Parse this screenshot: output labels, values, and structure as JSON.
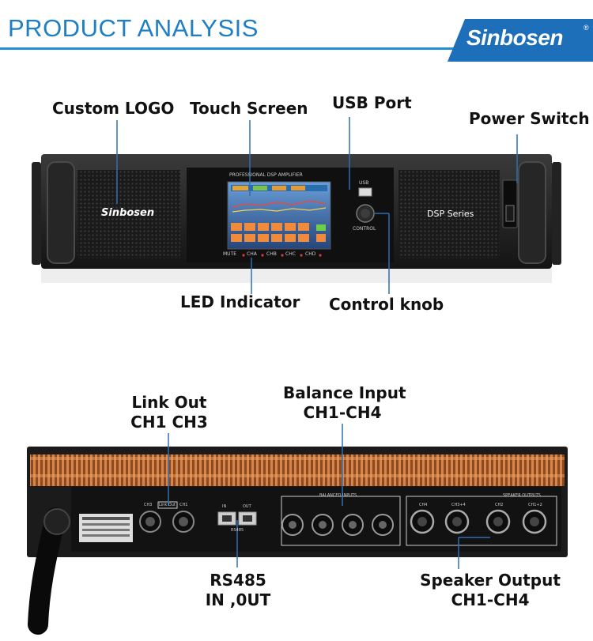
{
  "header": {
    "title": "PRODUCT ANALYSIS",
    "brand": "Sinbosen",
    "brand_mark": "®",
    "accent_color": "#1f8fd6",
    "badge_color": "#1c6fb8"
  },
  "front_panel": {
    "callouts": {
      "custom_logo": "Custom LOGO",
      "touch_screen": "Touch Screen",
      "usb_port": "USB Port",
      "power_switch": "Power Switch",
      "led_indicator": "LED Indicator",
      "control_knob": "Control knob"
    },
    "screen_caption": "PROFESSIONAL DSP AMPLIFIER",
    "usb_label": "USB",
    "control_label": "CONTROL",
    "logo_text": "Sinbosen",
    "series_text": "DSP Series",
    "led_labels": [
      "MUTE",
      "CHA",
      "CHB",
      "CHC",
      "CHD"
    ]
  },
  "rear_panel": {
    "callouts": {
      "link_out_line1": "Link Out",
      "link_out_line2": "CH1 CH3",
      "balance_input_line1": "Balance Input",
      "balance_input_line2": "CH1-CH4",
      "rs485_line1": "RS485",
      "rs485_line2": "IN ,0UT",
      "speaker_output_line1": "Speaker Output",
      "speaker_output_line2": "CH1-CH4"
    },
    "panel_text": {
      "ch3": "CH3",
      "link_out": "Link Out",
      "ch1": "CH1",
      "in": "IN",
      "out": "OUT",
      "rs485": "RS485",
      "balanced_inputs": "BALANCED INPUTS",
      "speaker_outputs": "SPEAKER OUTPUTS",
      "ch4": "CH4",
      "ch2": "CH2",
      "ch34": "CH3+4",
      "ch12": "CH1+2"
    }
  }
}
